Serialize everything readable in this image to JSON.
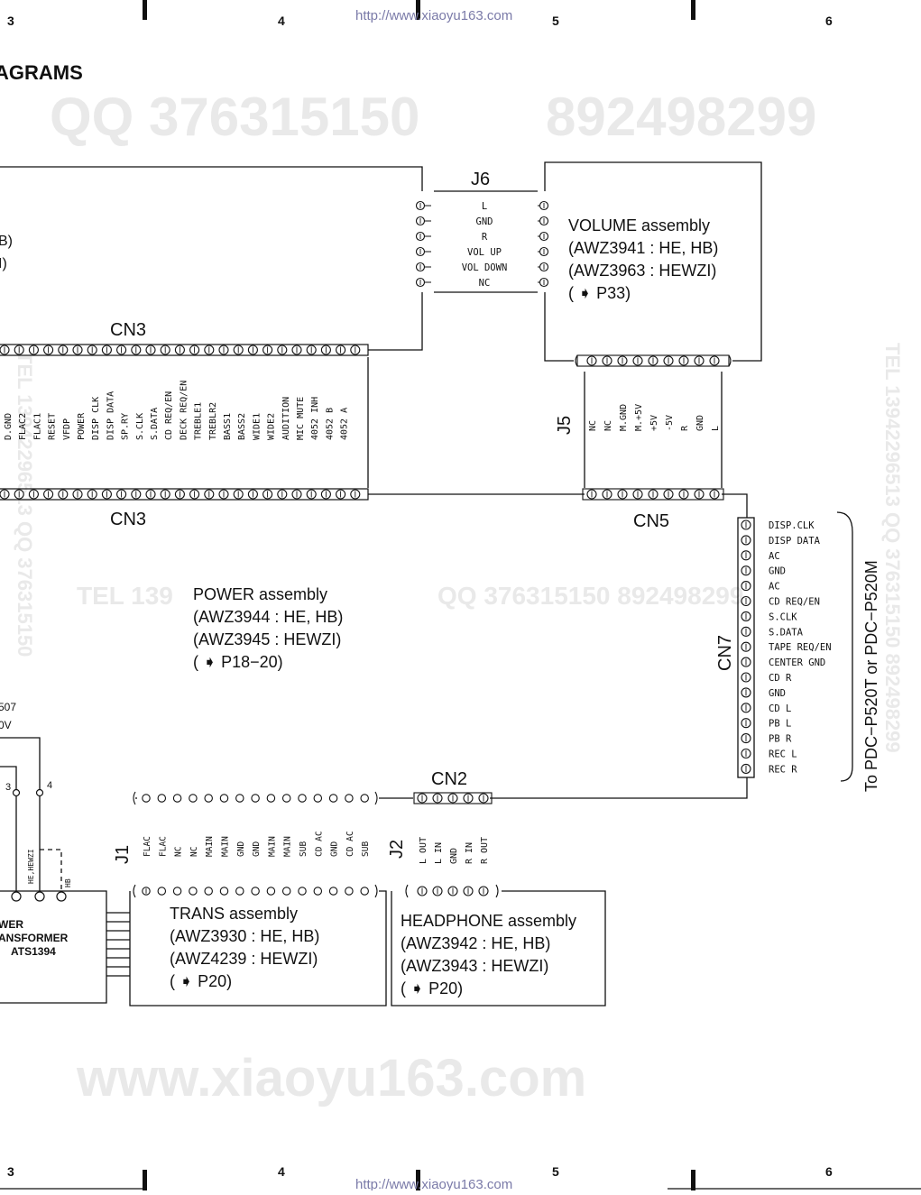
{
  "header": {
    "zones": [
      "3",
      "4",
      "5",
      "6"
    ],
    "url": "http://www.xiaoyu163.com",
    "title": "AGRAMS"
  },
  "watermarks": {
    "top_qq": "QQ 376315150",
    "top_num": "892498299",
    "mid_tel": "TEL 139",
    "mid_qq": "QQ 376315150 892498299",
    "right_tel": "TEL 13942296513 QQ 376315150 892498299",
    "left_tel": "TEL 13942296513 QQ 376315150",
    "bottom": "www.xiaoyu163.com"
  },
  "left_edge": {
    "hb": "B)",
    "hewzi": "I)",
    "part_no": "507",
    "voltage": "0V",
    "pin3": "3",
    "pin4": "4",
    "label_hewzi": "HE,HEWZI",
    "label_hb": "HB",
    "transformer": [
      "WER",
      "ANSFORMER",
      "ATS1394"
    ]
  },
  "j6": {
    "name": "J6",
    "pins": [
      "L",
      "GND",
      "R",
      "VOL UP",
      "VOL DOWN",
      "NC"
    ]
  },
  "volume": {
    "lines": [
      "VOLUME assembly",
      "(AWZ3941 : HE, HB)",
      "(AWZ3963 : HEWZI)",
      "( ➧ P33)"
    ]
  },
  "cn3": {
    "name": "CN3",
    "pins": [
      "D.GND",
      "FLAC2",
      "FLAC1",
      "RESET",
      "VFDP",
      "POWER",
      "DISP CLK",
      "DISP DATA",
      "SP.RY",
      "S.CLK",
      "S.DATA",
      "CD REQ/EN",
      "DECK REQ/EN",
      "TREBLE1",
      "TREBLR2",
      "BASS1",
      "BASS2",
      "WIDE1",
      "WIDE2",
      "AUDITION",
      "MIC MUTE",
      "4052 INH",
      "4052 B",
      "4052 A"
    ]
  },
  "j5": {
    "name": "J5",
    "pins": [
      "NC",
      "NC",
      "M.GND",
      "M.+5V",
      "+5V",
      "-5V",
      "R",
      "GND",
      "L"
    ]
  },
  "cn5": {
    "name": "CN5"
  },
  "power": {
    "lines": [
      "POWER assembly",
      "(AWZ3944 : HE, HB)",
      "(AWZ3945 : HEWZI)",
      "( ➧ P18−20)"
    ]
  },
  "cn7": {
    "name": "CN7",
    "pins": [
      "DISP.CLK",
      "DISP DATA",
      "AC",
      "GND",
      "AC",
      "CD REQ/EN",
      "S.CLK",
      "S.DATA",
      "TAPE REQ/EN",
      "CENTER GND",
      "CD R",
      "GND",
      "CD L",
      "PB L",
      "PB R",
      "REC L",
      "REC R"
    ],
    "destination": "To PDC−P520T or PDC−P520M"
  },
  "cn2": {
    "name": "CN2"
  },
  "j1": {
    "name": "J1",
    "pins": [
      "FLAC",
      "FLAC",
      "NC",
      "NC",
      "MAIN",
      "MAIN",
      "GND",
      "GND",
      "MAIN",
      "MAIN",
      "SUB",
      "CD AC",
      "GND",
      "CD AC",
      "SUB"
    ]
  },
  "j2": {
    "name": "J2",
    "pins": [
      "L OUT",
      "L IN",
      "GND",
      "R IN",
      "R OUT"
    ]
  },
  "trans": {
    "lines": [
      "TRANS assembly",
      "(AWZ3930 : HE, HB)",
      "(AWZ4239 : HEWZI)",
      "( ➧ P20)"
    ]
  },
  "headphone": {
    "lines": [
      "HEADPHONE assembly",
      "(AWZ3942 : HE, HB)",
      "(AWZ3943 : HEWZI)",
      "( ➧ P20)"
    ]
  }
}
